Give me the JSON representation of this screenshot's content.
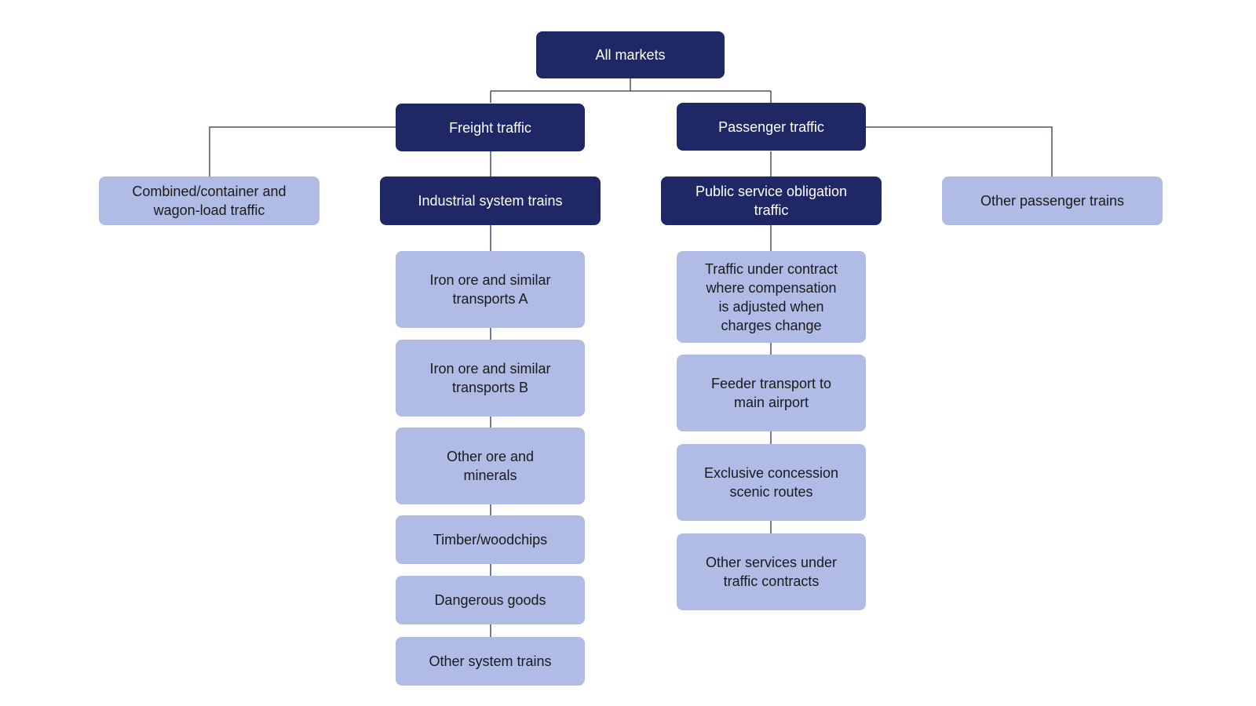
{
  "colors": {
    "dark_node": "#1f2765",
    "light_node": "#b1bce6",
    "connector": "#4b4f6b"
  },
  "nodes": {
    "all_markets": "All markets",
    "freight_traffic": "Freight traffic",
    "passenger_traffic": "Passenger traffic",
    "combined_container": "Combined/container and\nwagon-load traffic",
    "industrial_system_trains": "Industrial system trains",
    "public_service_obligation": "Public service obligation\ntraffic",
    "other_passenger_trains": "Other passenger trains",
    "iron_ore_a": "Iron ore and similar\ntransports A",
    "iron_ore_b": "Iron ore and similar\ntransports B",
    "other_ore_minerals": "Other ore and\nminerals",
    "timber_woodchips": "Timber/woodchips",
    "dangerous_goods": "Dangerous goods",
    "other_system_trains": "Other system trains",
    "traffic_under_contract": "Traffic under contract\nwhere compensation\nis adjusted when\ncharges change",
    "feeder_transport": "Feeder transport to\nmain airport",
    "exclusive_concession": "Exclusive concession\nscenic routes",
    "other_services_contracts": "Other services under\ntraffic contracts"
  }
}
